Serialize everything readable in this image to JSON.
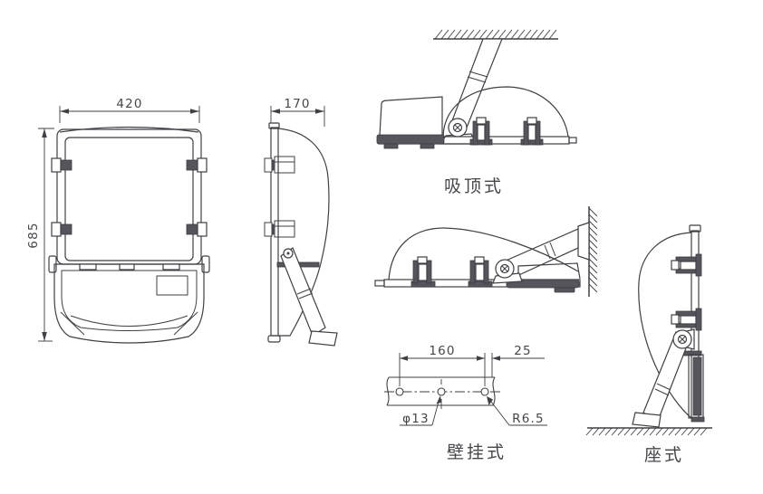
{
  "page": {
    "background": "#ffffff"
  },
  "drawing": {
    "line_color": "#3f3f45",
    "dark_fill": "#55555b",
    "front_view": {
      "width": "420",
      "height": "685"
    },
    "side_view": {
      "depth": "170"
    },
    "installation_styles": {
      "ceiling": "吸顶式",
      "wall": "壁挂式",
      "seat": "座式"
    },
    "mounting_plate": {
      "hole_spacing": "160",
      "edge_offset": "25",
      "hole_diameter": "φ13",
      "fillet_radius": "R6.5"
    }
  }
}
